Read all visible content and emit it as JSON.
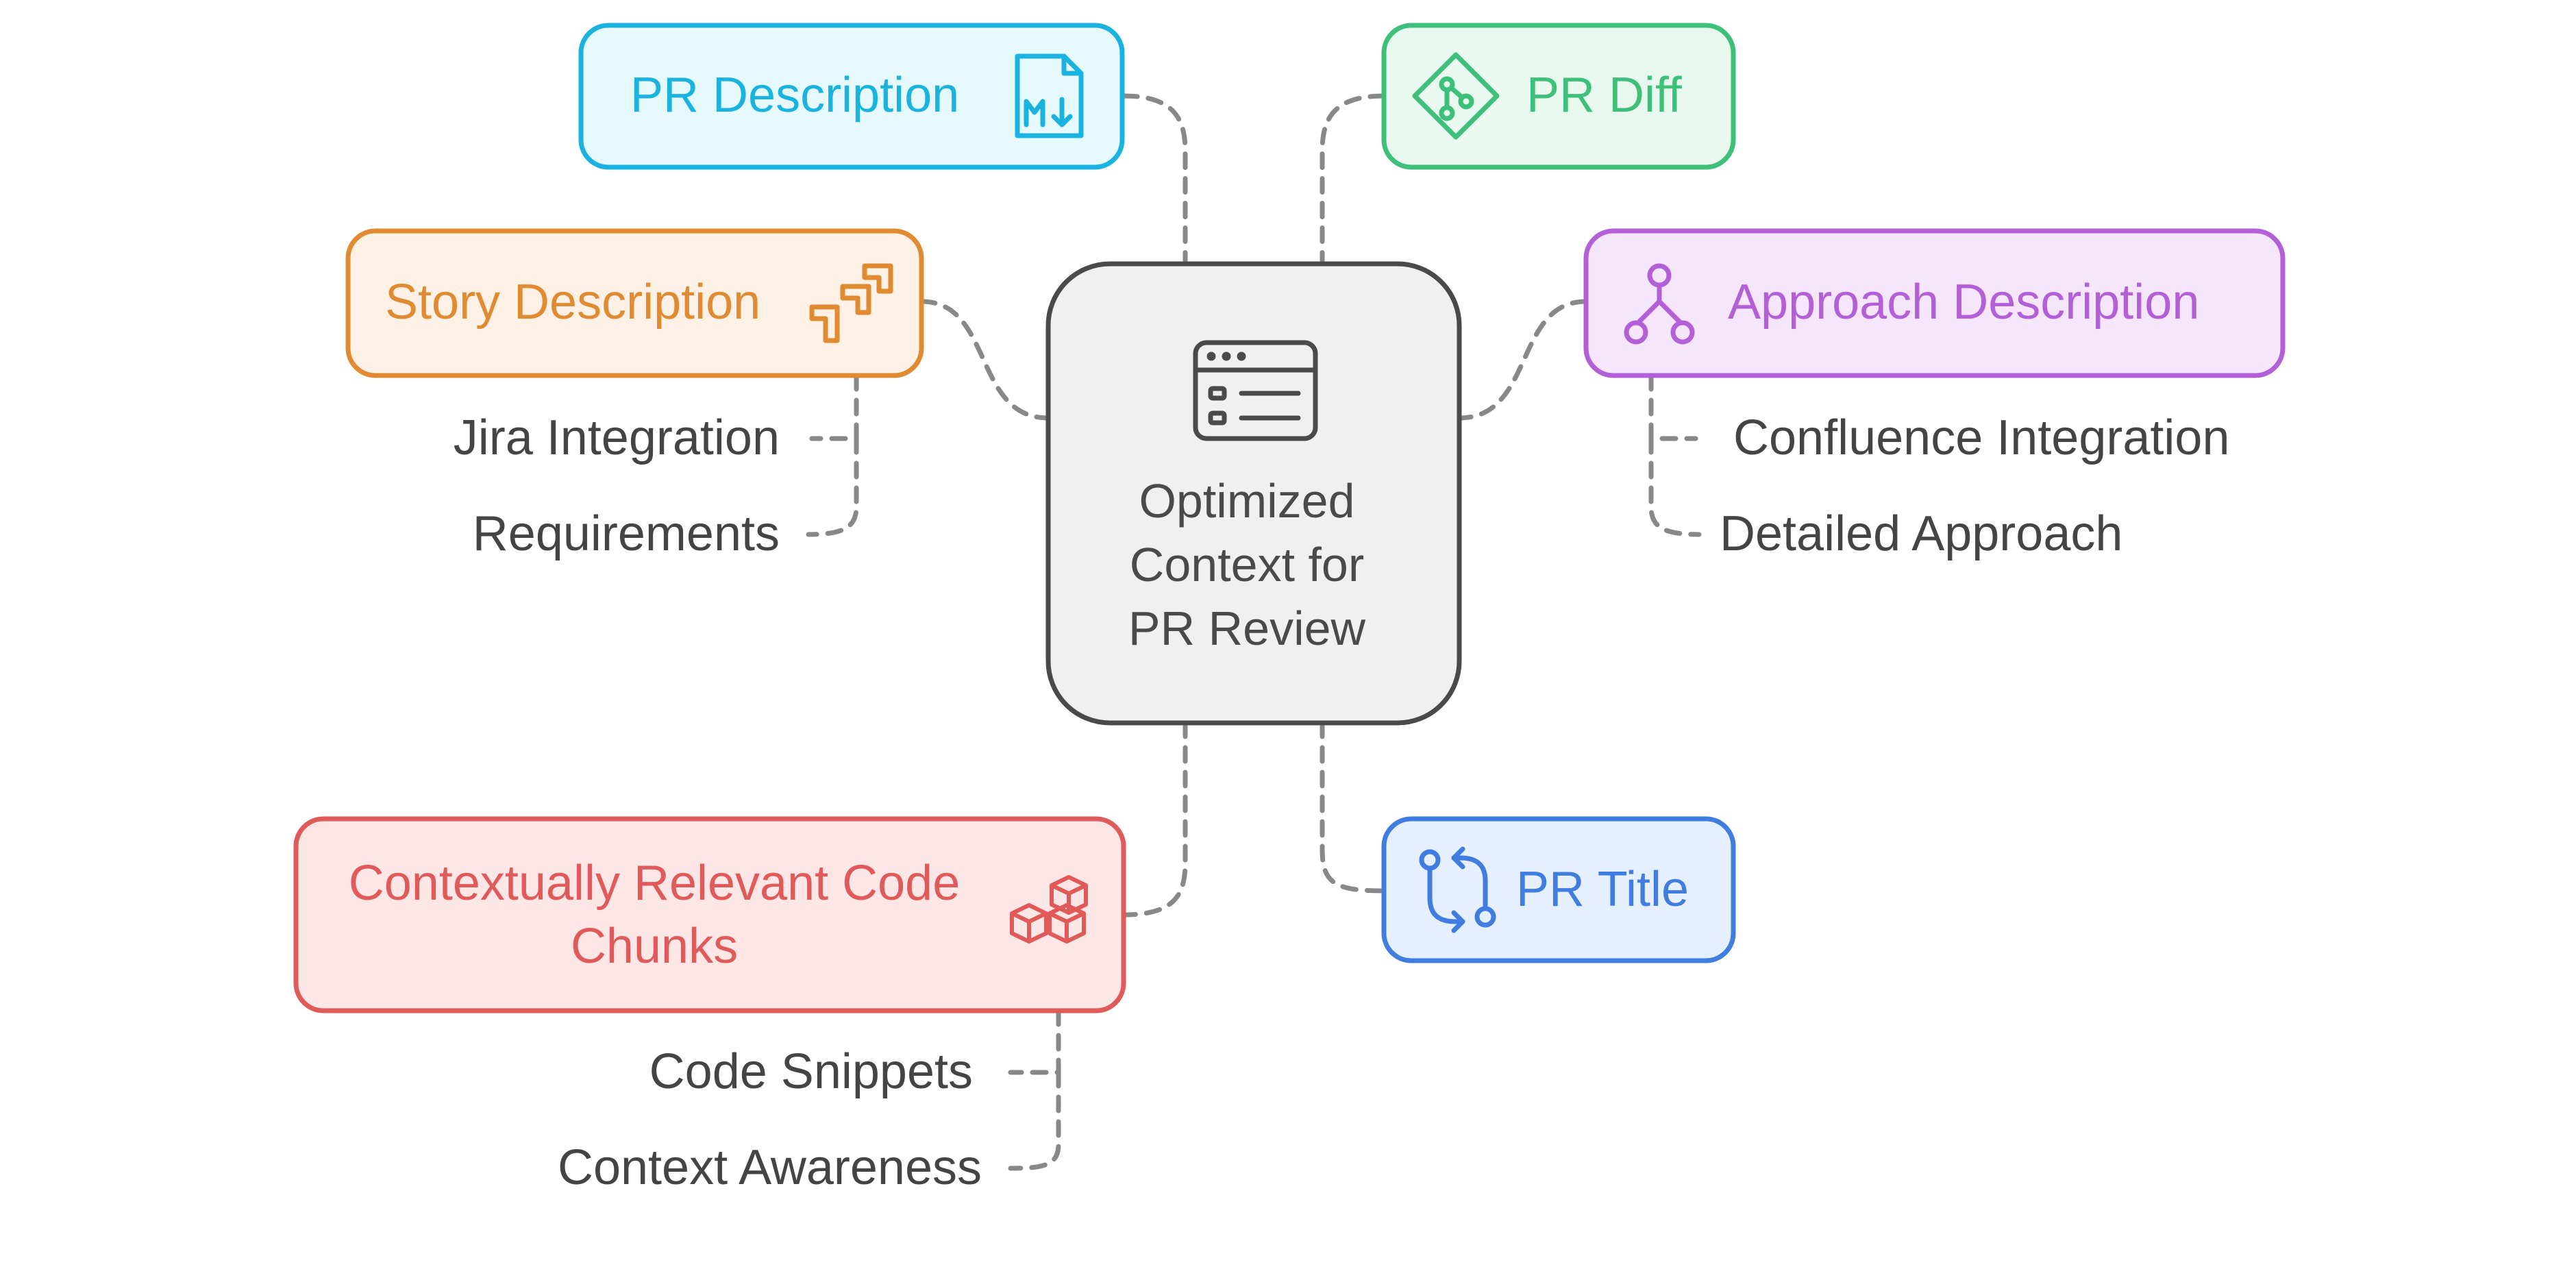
{
  "center": {
    "lines": [
      "Optimized",
      "Context for",
      "PR Review"
    ],
    "icon": "dashboard-list-icon",
    "color": "#4a4a4a",
    "fill": "#f0f0f0"
  },
  "nodes": {
    "pr_description": {
      "label": "PR Description",
      "icon": "markdown-file-icon",
      "color": "#1ab3e0",
      "fill": "#e6f9fd"
    },
    "pr_diff": {
      "label": "PR Diff",
      "icon": "git-diamond-icon",
      "color": "#3ec07a",
      "fill": "#e8f8ef"
    },
    "story_description": {
      "label": "Story Description",
      "icon": "jira-logo-icon",
      "color": "#e08a32",
      "fill": "#fdf0e4"
    },
    "approach_description": {
      "label": "Approach Description",
      "icon": "branch-tree-icon",
      "color": "#b25fd8",
      "fill": "#f6e6fb"
    },
    "code_chunks": {
      "lines": [
        "Contextually Relevant Code",
        "Chunks"
      ],
      "icon": "cubes-icon",
      "color": "#e05a5a",
      "fill": "#fde6e6"
    },
    "pr_title": {
      "label": "PR Title",
      "icon": "pull-request-icon",
      "color": "#3f7de0",
      "fill": "#e6effd"
    }
  },
  "details": {
    "jira_integration": "Jira Integration",
    "requirements": "Requirements",
    "confluence_integration": "Confluence Integration",
    "detailed_approach": "Detailed Approach",
    "code_snippets": "Code Snippets",
    "context_awareness": "Context Awareness"
  },
  "colors": {
    "connector": "#888888",
    "detail_text": "#444444"
  }
}
